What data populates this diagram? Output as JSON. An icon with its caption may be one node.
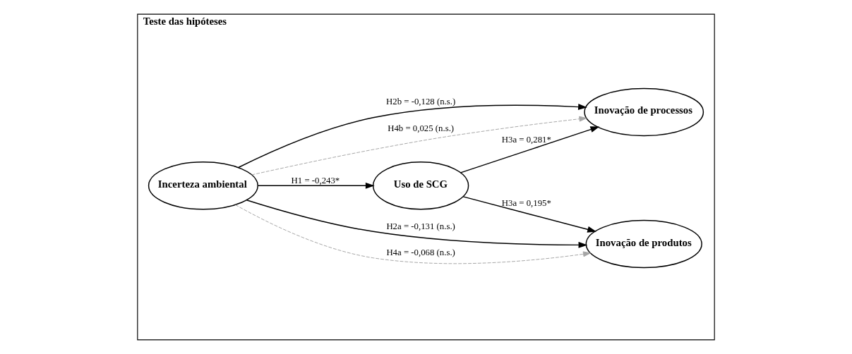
{
  "diagram": {
    "nodes": [
      {
        "text": [
          "Teste das hipóteses"
        ]
      },
      {
        "text": [
          "Incerteza ambiental"
        ],
        "in": 0
      },
      {
        "text": [
          "Uso de SCG"
        ],
        "in": 0
      },
      {
        "text": [
          "Inovação de produtos"
        ],
        "in": 0
      },
      {
        "text": [
          "Inovação de processos"
        ],
        "in": 0
      }
    ],
    "edges": [
      {
        "from": 1,
        "to": 3,
        "arrow": "to",
        "label": "H2a = -0,131 (n.s.)"
      },
      {
        "from": 1,
        "to": 2,
        "arrow": "to",
        "label": "H1 = -0,243*"
      },
      {
        "from": 2,
        "to": 3,
        "arrow": "to",
        "label": "H3a = 0,195*"
      },
      {
        "from": 1,
        "to": 3,
        "arrow": "to",
        "label": "H4a = -0,068 (n.s.)",
        "style": "dashed",
        "color": "#a6a6a6"
      },
      {
        "from": 1,
        "to": 4,
        "arrow": "to",
        "label": "H4b = 0,025 (n.s.)",
        "style": "dashed",
        "color": "#a6a6a6"
      },
      {
        "from": 2,
        "to": 4,
        "arrow": "to",
        "label": "H3a = 0,281*"
      },
      {
        "from": 1,
        "to": 4,
        "arrow": "to",
        "label": "H2b = -0,128 (n.s.)"
      }
    ]
  }
}
